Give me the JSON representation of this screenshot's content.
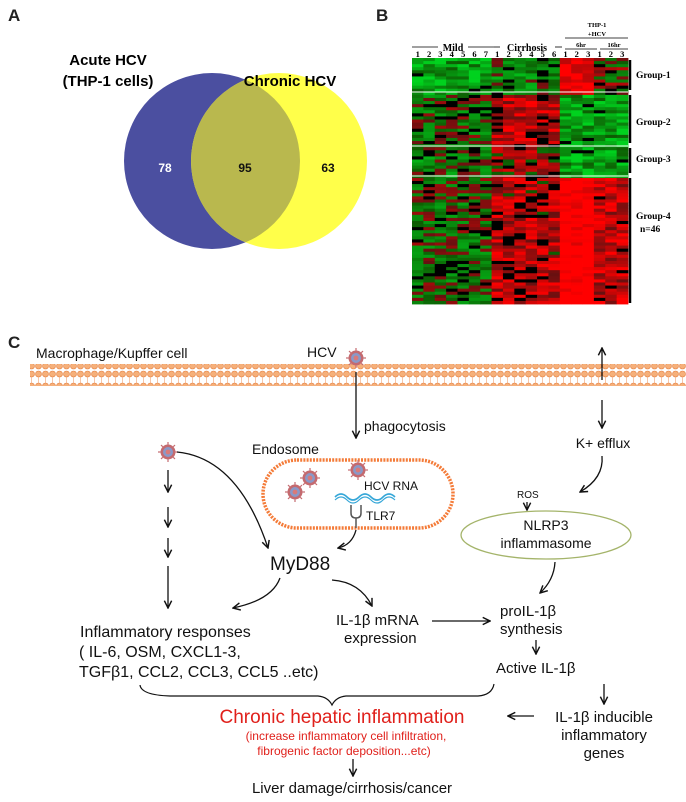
{
  "panels": {
    "a": "A",
    "b": "B",
    "c": "C"
  },
  "venn": {
    "left_title_1": "Acute HCV",
    "left_title_2": "(THP-1 cells)",
    "right_title": "Chronic HCV",
    "left_only": "78",
    "overlap": "95",
    "right_only": "63",
    "colors": {
      "left": "#4b4fa0",
      "right": "#ffff4a",
      "overlap": "#b9b84e",
      "left_text": "#ffffff",
      "right_text": "#111111"
    }
  },
  "heatmap": {
    "sections": [
      "Mild",
      "Cirrhosis"
    ],
    "thp_header_1": "THP-1",
    "thp_header_2": "+HCV",
    "time_labels": [
      "6hr",
      "16hr"
    ],
    "col_numbers": [
      "1",
      "2",
      "3",
      "4",
      "5",
      "6",
      "7",
      "1",
      "2",
      "3",
      "4",
      "5",
      "6",
      "1",
      "2",
      "3",
      "1",
      "2",
      "3"
    ],
    "groups": [
      "Group-1",
      "Group-2",
      "Group-3",
      "Group-4"
    ],
    "group4_n": "n=46",
    "colors": {
      "up": "#ff1a1a",
      "down": "#1fbf2a",
      "neutral": "#000000"
    }
  },
  "pathway": {
    "cell_label": "Macrophage/Kupffer cell",
    "hcv": "HCV",
    "phagocytosis": "phagocytosis",
    "endosome": "Endosome",
    "hcv_rna": "HCV RNA",
    "tlr7": "TLR7",
    "k_efflux": "K+ efflux",
    "ros": "ROS",
    "nlrp3_1": "NLRP3",
    "nlrp3_2": "inflammasome",
    "myd88": "MyD88",
    "il1b_mrna_1": "IL-1β mRNA",
    "il1b_mrna_2": "expression",
    "proil1b_1": "proIL-1β",
    "proil1b_2": "synthesis",
    "active_il1b": "Active IL-1β",
    "inflam_1": "Inflammatory responses",
    "inflam_2": "( IL-6, OSM, CXCL1-3,",
    "inflam_3": "TGFβ1, CCL2, CCL3, CCL5 ..etc)",
    "chronic_title": "Chronic hepatic inflammation",
    "chronic_sub_1": "(increase inflammatory cell infiltration,",
    "chronic_sub_2": "fibrogenic factor deposition...etc)",
    "inducible_1": "IL-1β inducible",
    "inducible_2": "inflammatory",
    "inducible_3": "genes",
    "outcome": "Liver damage/cirrhosis/cancer",
    "colors": {
      "membrane": "#f4a06b",
      "endosome": "#f47b38",
      "nlrp3": "#a4b46a",
      "chronic": "#e0201b",
      "rna": "#36a7d8"
    }
  }
}
